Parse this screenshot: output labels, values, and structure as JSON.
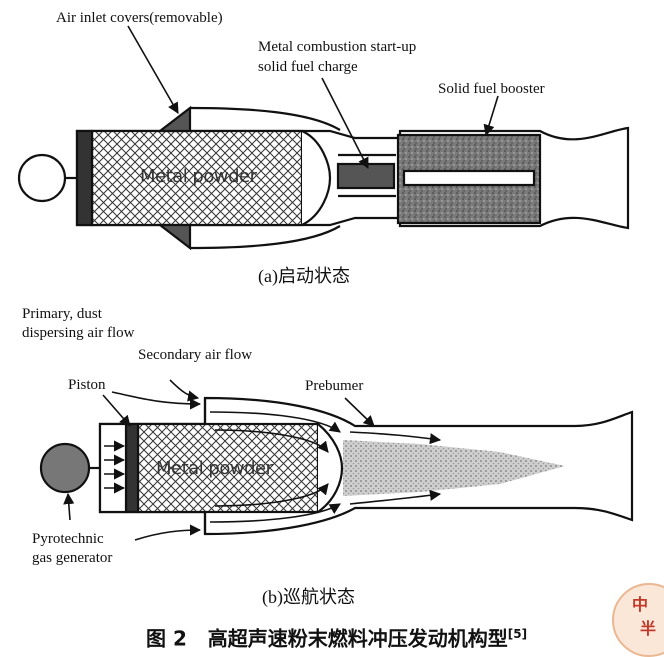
{
  "top": {
    "label_inlet": "Air inlet covers(removable)",
    "label_startup_1": "Metal combustion start-up",
    "label_startup_2": "solid fuel charge",
    "label_booster": "Solid fuel booster",
    "metal_text": "Metal powder",
    "caption": "(a)启动状态"
  },
  "bottom": {
    "label_primary_1": "Primary, dust",
    "label_primary_2": "dispersing air flow",
    "label_secondary": "Secondary air flow",
    "label_piston": "Piston",
    "label_preburner": "Prebumer",
    "label_pyro_1": "Pyrotechnic",
    "label_pyro_2": "gas generator",
    "metal_text": "Metal powder",
    "caption": "(b)巡航状态"
  },
  "figure_caption": {
    "number": "图 2",
    "title": "高超声速粉末燃料冲压发动机构型",
    "citation": "[5]"
  },
  "stamp": {
    "char_1": "中",
    "char_2": "半"
  }
}
